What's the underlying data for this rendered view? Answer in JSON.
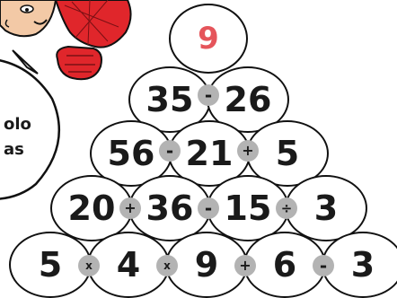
{
  "bubble": {
    "line1": "olo",
    "line2": "as"
  },
  "character": {
    "icon": "spiderman-character-icon"
  },
  "pyramid": {
    "top": "9",
    "rows": [
      {
        "numbers": [
          "35",
          "26"
        ],
        "ops": [
          "-"
        ]
      },
      {
        "numbers": [
          "56",
          "21",
          "5"
        ],
        "ops": [
          "-",
          "+"
        ]
      },
      {
        "numbers": [
          "20",
          "36",
          "15",
          "3"
        ],
        "ops": [
          "+",
          "-",
          "÷"
        ]
      },
      {
        "numbers": [
          "5",
          "4",
          "9",
          "6",
          "3"
        ],
        "ops": [
          "x",
          "x",
          "+",
          "-"
        ]
      }
    ]
  },
  "colors": {
    "top_number": "#e5555b",
    "operator_badge": "#b3b3b3",
    "outline": "#111111"
  }
}
